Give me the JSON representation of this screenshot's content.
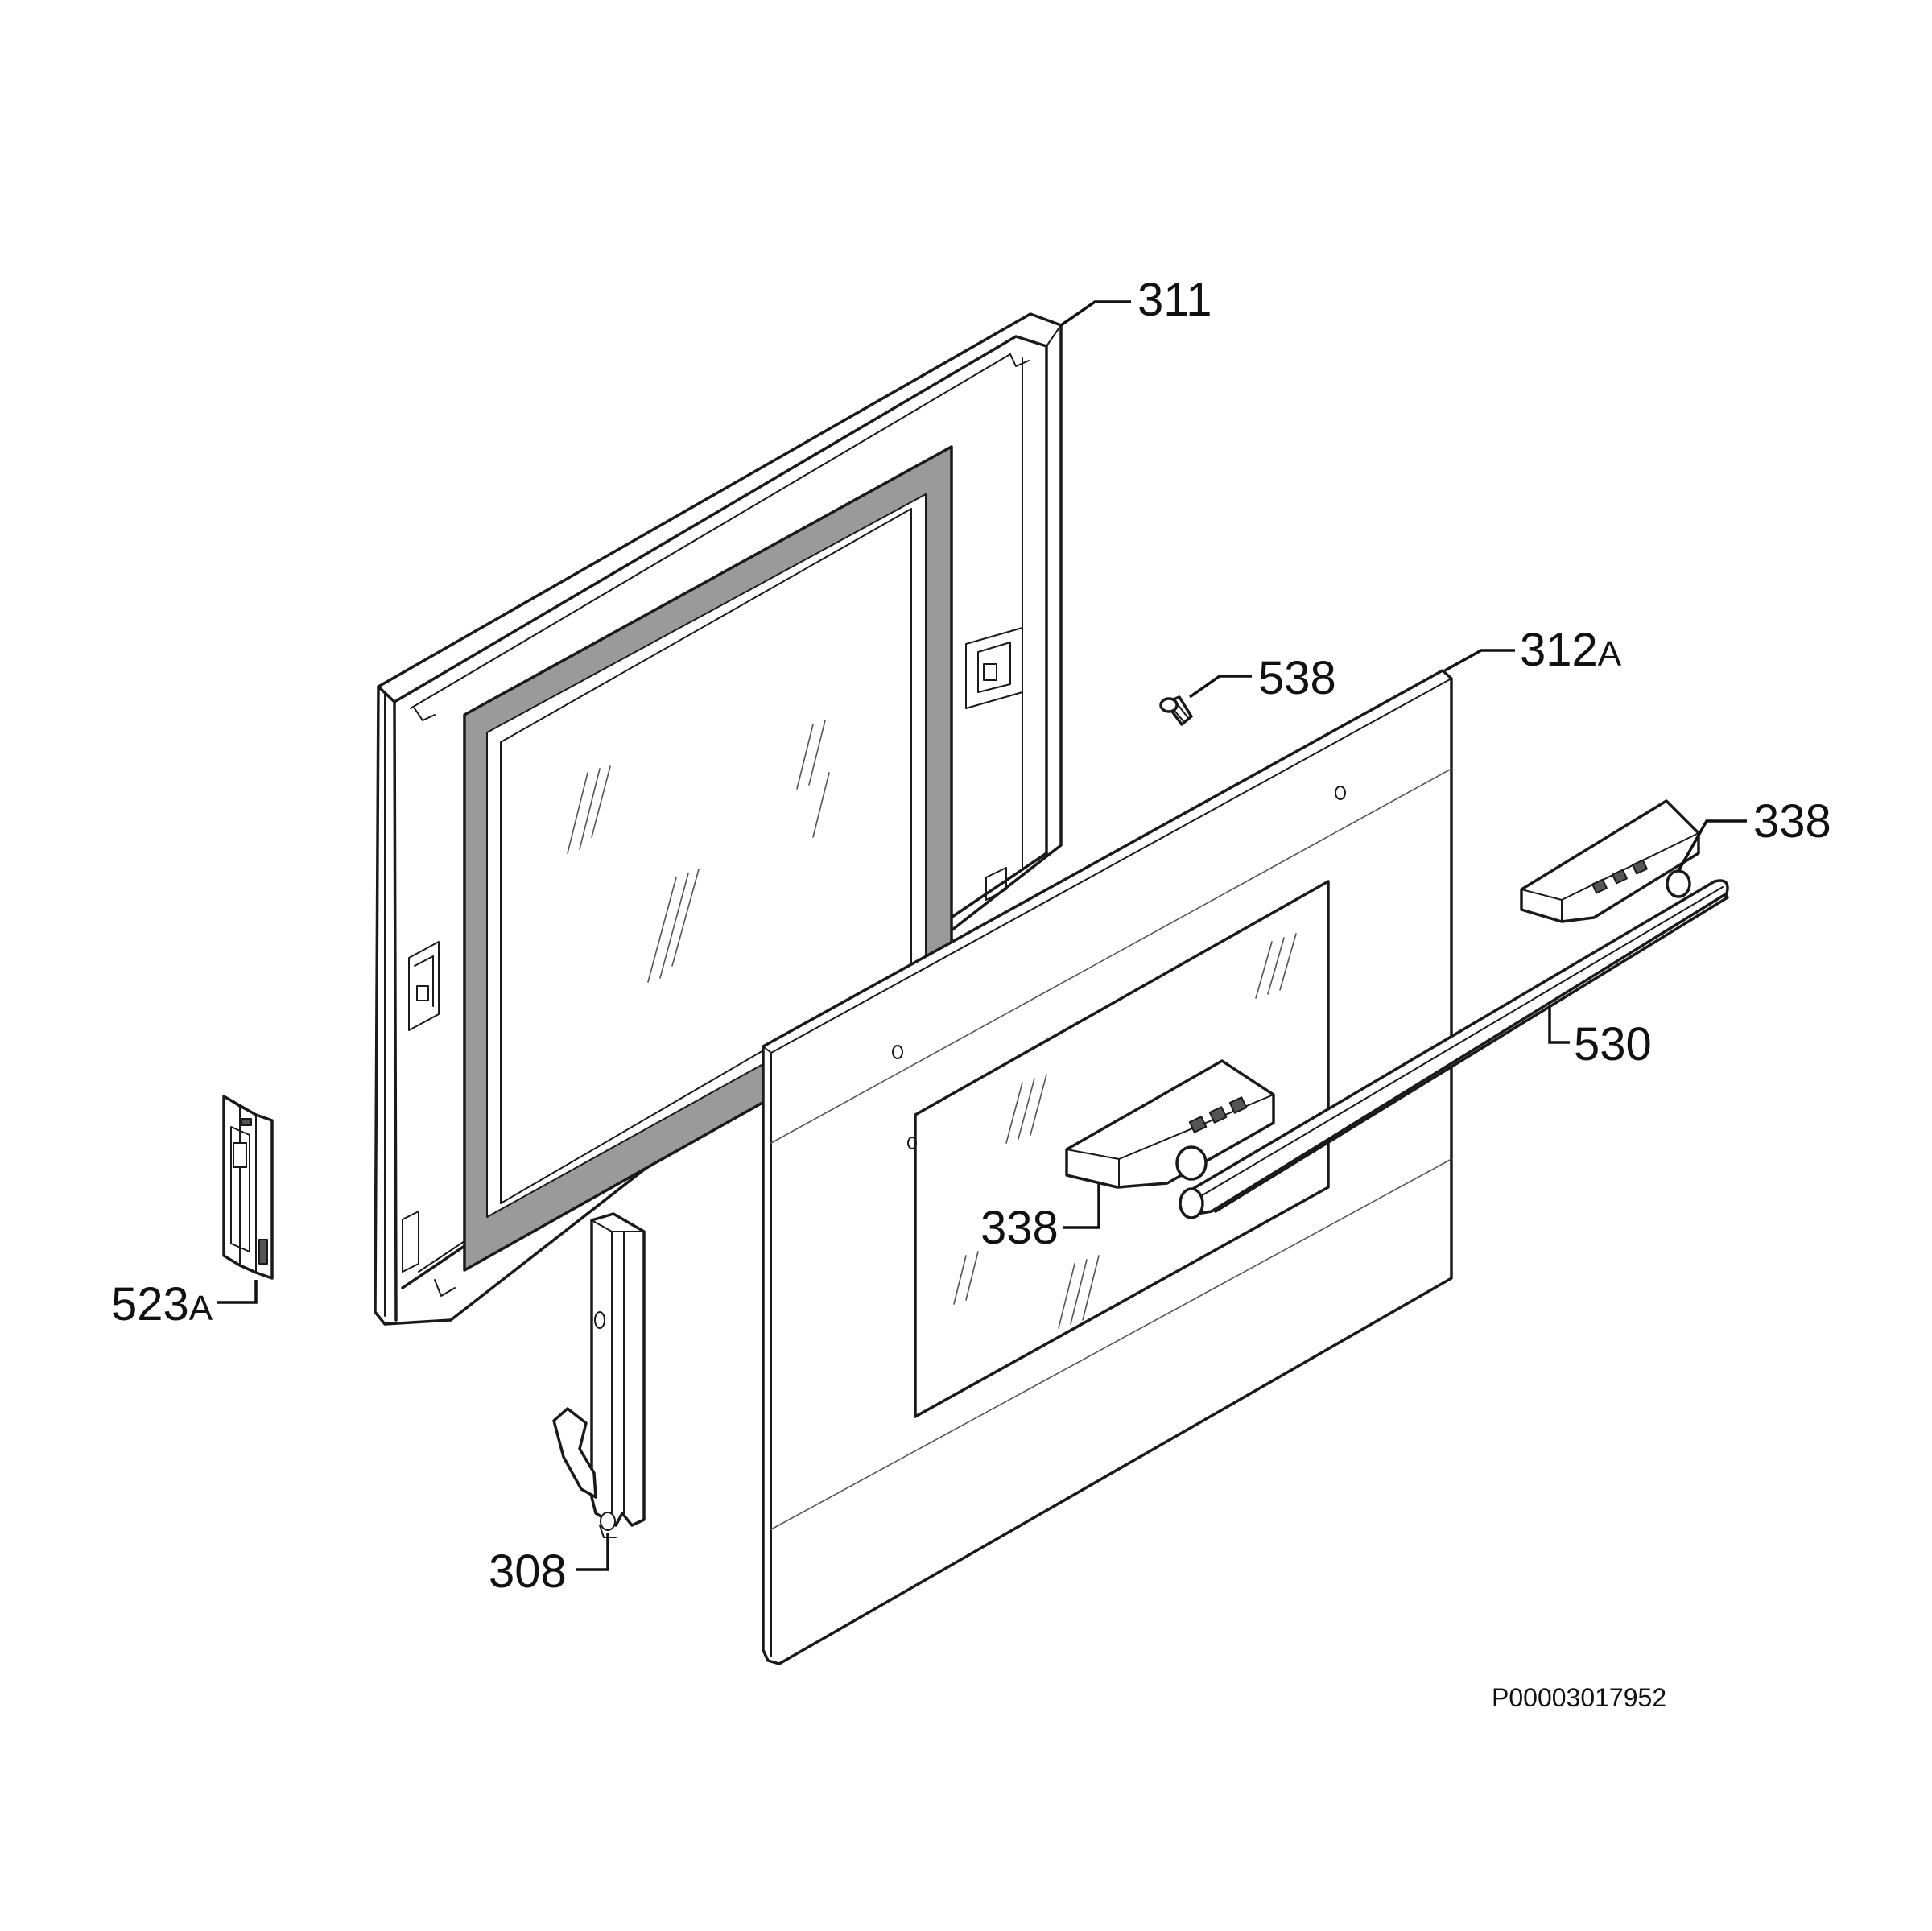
{
  "diagram": {
    "reference_code": "P00003017952",
    "callouts": [
      {
        "id": "311",
        "number": "311",
        "suffix": ""
      },
      {
        "id": "538",
        "number": "538",
        "suffix": ""
      },
      {
        "id": "312a",
        "number": "312",
        "suffix": "A"
      },
      {
        "id": "338-right",
        "number": "338",
        "suffix": ""
      },
      {
        "id": "530",
        "number": "530",
        "suffix": ""
      },
      {
        "id": "338-center",
        "number": "338",
        "suffix": ""
      },
      {
        "id": "523a",
        "number": "523",
        "suffix": "A"
      },
      {
        "id": "308",
        "number": "308",
        "suffix": ""
      }
    ],
    "colors": {
      "line": "#1a1a1a",
      "gasket": "#9a9a9a",
      "background": "#ffffff"
    }
  }
}
